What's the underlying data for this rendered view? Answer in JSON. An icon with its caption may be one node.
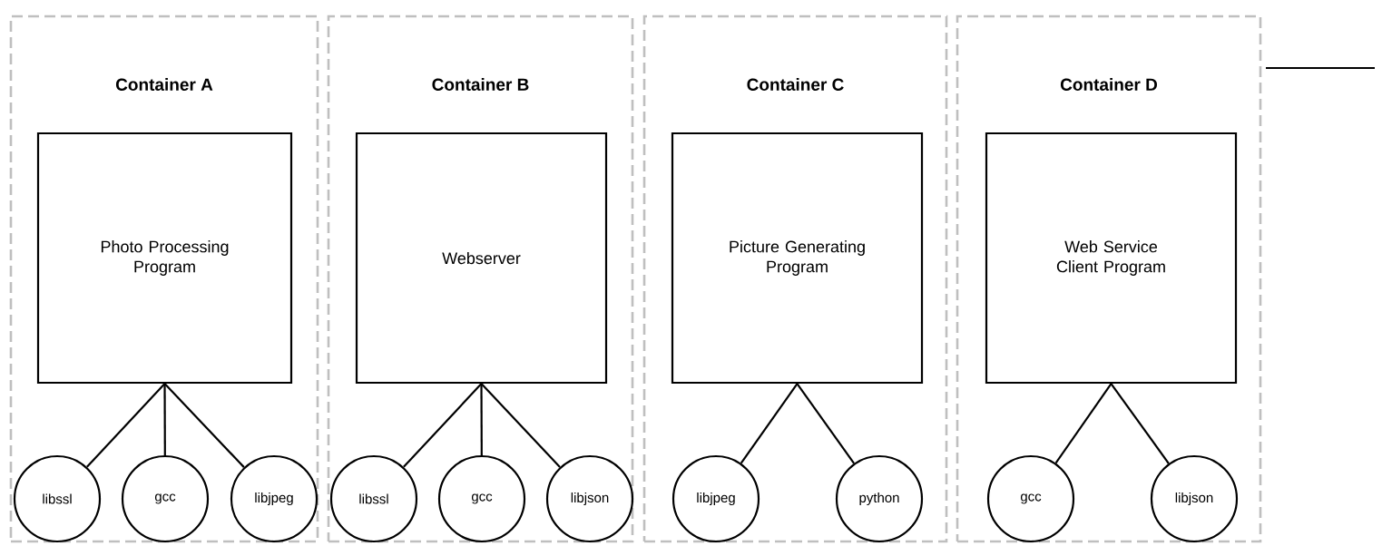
{
  "diagram": {
    "nodes": [
      {
        "text": [
          "Container A"
        ]
      },
      {
        "text": [
          "Photo Processing Program"
        ],
        "in": 0
      },
      {
        "text": [
          "libssl"
        ],
        "in": 0
      },
      {
        "text": [
          "gcc"
        ],
        "in": 0
      },
      {
        "text": [
          "libjpeg"
        ],
        "in": 0
      },
      {
        "text": [
          "Container B"
        ]
      },
      {
        "text": [
          "Webserver"
        ],
        "in": 5
      },
      {
        "text": [
          "libssl"
        ],
        "in": 5
      },
      {
        "text": [
          "gcc"
        ],
        "in": 5
      },
      {
        "text": [
          "libjson"
        ],
        "in": 5
      },
      {
        "text": [
          "Container C"
        ]
      },
      {
        "text": [
          "Picture Generating Program"
        ],
        "in": 10
      },
      {
        "text": [
          "libjpeg"
        ],
        "in": 10
      },
      {
        "text": [
          "python"
        ],
        "in": 10
      },
      {
        "text": [
          "Container D"
        ]
      },
      {
        "text": [
          "Web Service Client Program"
        ],
        "in": 14
      },
      {
        "text": [
          "gcc"
        ],
        "in": 14
      },
      {
        "text": [
          "libjson"
        ],
        "in": 14
      }
    ],
    "edges": [
      {
        "from": 1,
        "to": 2,
        "arrow": "none"
      },
      {
        "from": 1,
        "to": 3,
        "arrow": "none"
      },
      {
        "from": 1,
        "to": 4,
        "arrow": "none"
      },
      {
        "from": 6,
        "to": 7,
        "arrow": "none"
      },
      {
        "from": 6,
        "to": 8,
        "arrow": "none"
      },
      {
        "from": 6,
        "to": 9,
        "arrow": "none"
      },
      {
        "from": 11,
        "to": 12,
        "arrow": "none"
      },
      {
        "from": 11,
        "to": 13,
        "arrow": "none"
      },
      {
        "from": 15,
        "to": 16,
        "arrow": "none"
      },
      {
        "from": 15,
        "to": 17,
        "arrow": "none"
      }
    ]
  }
}
